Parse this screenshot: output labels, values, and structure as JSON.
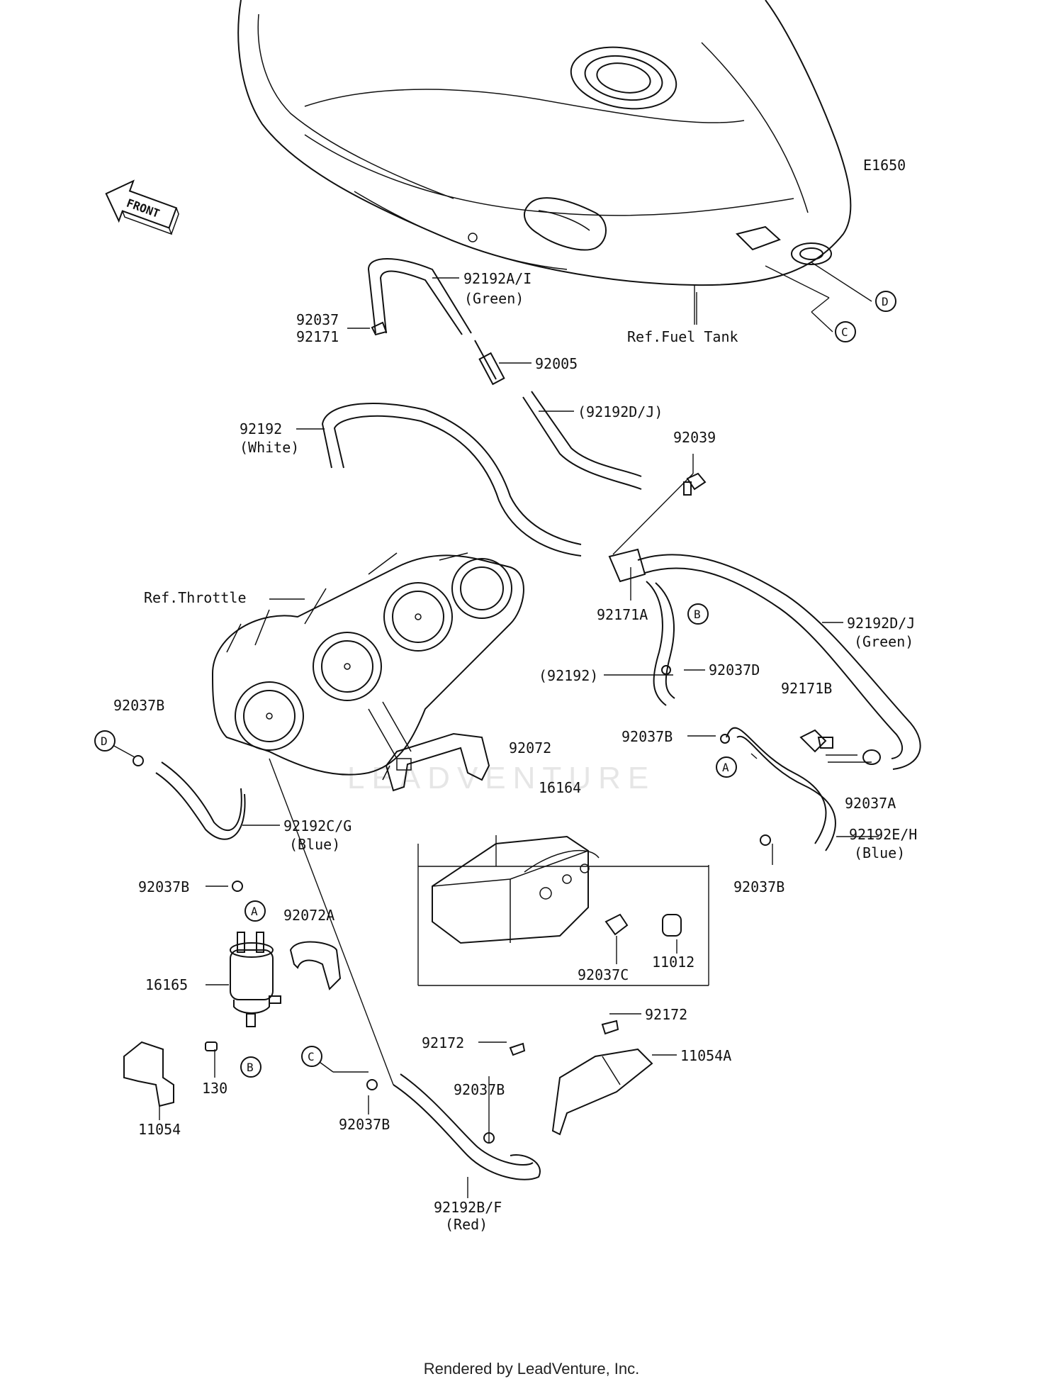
{
  "diagram_code": "E1650",
  "front_arrow_text": "FRONT",
  "watermark": "LEADVENTURE",
  "labels": {
    "l_92192AI": "92192A/I",
    "l_green1": "(Green)",
    "l_92037": "92037",
    "l_92171": "92171",
    "l_92005": "92005",
    "l_92192DJ_paren": "(92192D/J)",
    "l_92039": "92039",
    "l_92192": "92192",
    "l_white": "(White)",
    "l_ref_fuel_tank": "Ref.Fuel Tank",
    "l_ref_throttle": "Ref.Throttle",
    "l_92171A": "92171A",
    "l_92192DJ": "92192D/J",
    "l_green2": "(Green)",
    "l_92192_paren": "(92192)",
    "l_92037D": "92037D",
    "l_92171B": "92171B",
    "l_92037B_1": "92037B",
    "l_92037B_2": "92037B",
    "l_92072": "92072",
    "l_92037A": "92037A",
    "l_16164": "16164",
    "l_92192EH": "92192E/H",
    "l_blue1": "(Blue)",
    "l_92192CG": "92192C/G",
    "l_blue2": "(Blue)",
    "l_92037B_3": "92037B",
    "l_92037B_4": "92037B",
    "l_92072A": "92072A",
    "l_16165": "16165",
    "l_92037C": "92037C",
    "l_11012": "11012",
    "l_92172_1": "92172",
    "l_92172_2": "92172",
    "l_11054A": "11054A",
    "l_130": "130",
    "l_11054": "11054",
    "l_92037B_5": "92037B",
    "l_92037B_6": "92037B",
    "l_92192BF": "92192B/F",
    "l_red": "(Red)"
  },
  "callouts": {
    "c_D1": "D",
    "c_C1": "C",
    "c_B1": "B",
    "c_A1": "A",
    "c_D2": "D",
    "c_A2": "A",
    "c_B2": "B",
    "c_C2": "C"
  },
  "footer": "Rendered by LeadVenture, Inc."
}
